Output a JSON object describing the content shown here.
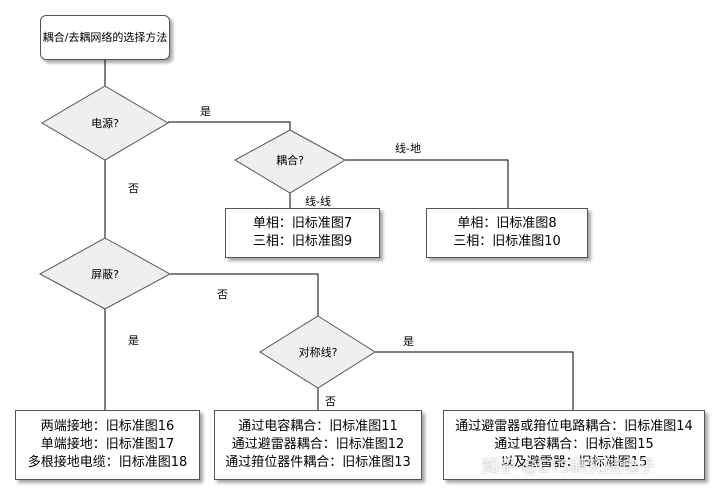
{
  "title": "耦合/去耦网络的选择方法",
  "decisions": {
    "power": "电源?",
    "coupling": "耦合?",
    "shield": "屏蔽?",
    "symmetric": "对称线?"
  },
  "edge_labels": {
    "power_yes": "是",
    "power_no": "否",
    "line_ground": "线-地",
    "line_line": "线-线",
    "shield_no": "否",
    "shield_yes": "是",
    "sym_yes": "是",
    "sym_no": "否"
  },
  "results": {
    "line_line_box": [
      "单相：旧标准图7",
      "三相：旧标准图9"
    ],
    "line_ground_box": [
      "单相：旧标准图8",
      "三相：旧标准图10"
    ],
    "shield_box": [
      "两端接地：旧标准图16",
      "单端接地：旧标准图17",
      "多根接地电缆：旧标准图18"
    ],
    "asym_box": [
      "通过电容耦合：旧标准图11",
      "通过避雷器耦合：旧标准图12",
      "通过箝位器件耦合：旧标准图13"
    ],
    "sym_box": [
      "通过避雷器或箝位电路耦合：旧标准图14",
      "通过电容耦合：旧标准图15",
      "以及避雷器：旧标准图15"
    ]
  },
  "watermark": "知乎 @ETS研究院电子"
}
